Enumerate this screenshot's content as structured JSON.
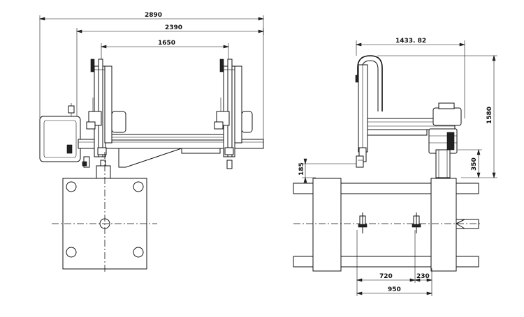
{
  "dimensions": {
    "front_overall": "2890",
    "front_frame": "2390",
    "front_arm_span": "1650",
    "side_beam_length": "1433. 82",
    "side_total_height": "1580",
    "side_post_height": "350",
    "side_arm_drop": "185",
    "base_arm_spacing": "720",
    "base_offset": "230",
    "base_total": "950"
  }
}
